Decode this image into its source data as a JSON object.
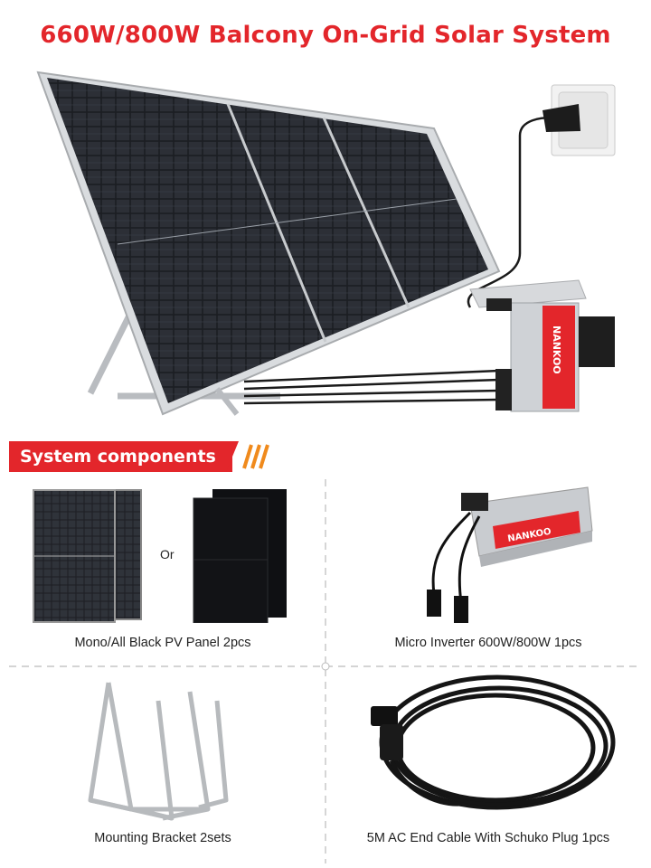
{
  "title": "660W/800W Balcony On-Grid Solar System",
  "brand": "NANKOO",
  "section": {
    "label": "System components"
  },
  "components": [
    {
      "caption": "Mono/All Black PV Panel 2pcs",
      "or_label": "Or"
    },
    {
      "caption": "Micro Inverter 600W/800W 1pcs"
    },
    {
      "caption": "Mounting Bracket 2sets"
    },
    {
      "caption": "5M AC End Cable With Schuko Plug 1pcs"
    }
  ],
  "colors": {
    "accent": "#e3262b",
    "stripe": "#f08a1c"
  }
}
